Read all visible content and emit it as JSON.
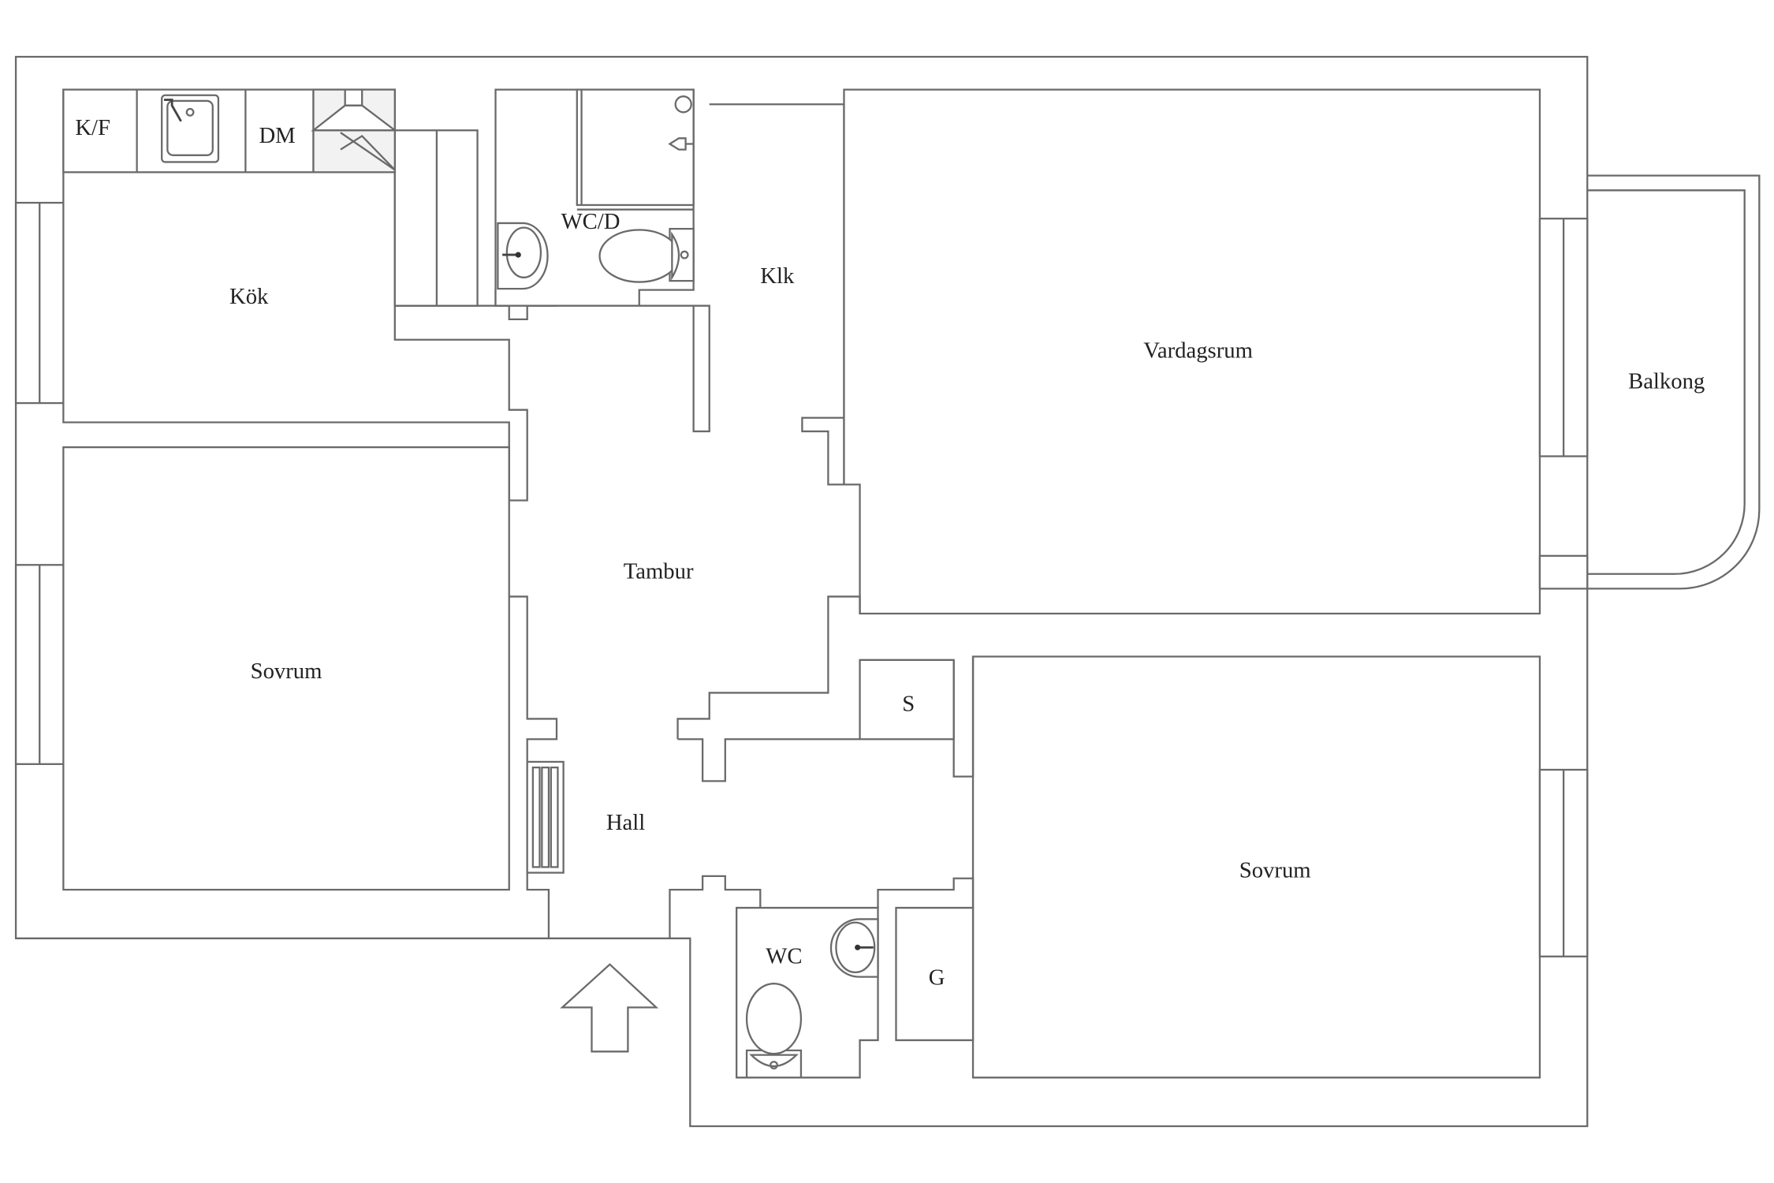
{
  "rooms": {
    "kok": "Kök",
    "kf": "K/F",
    "dm": "DM",
    "wcd": "WC/D",
    "klk": "Klk",
    "vardagsrum": "Vardagsrum",
    "balkong": "Balkong",
    "tambur": "Tambur",
    "sovrum_left": "Sovrum",
    "s": "S",
    "hall": "Hall",
    "sovrum_right": "Sovrum",
    "wc": "WC",
    "g": "G"
  },
  "icons": {
    "entrance": "entrance-arrow-icon",
    "sink": "kitchen-sink-icon",
    "hood": "range-hood-icon",
    "toilet": "toilet-icon",
    "basin": "wash-basin-icon",
    "shower": "shower-icon",
    "radiator": "radiator-icon"
  }
}
